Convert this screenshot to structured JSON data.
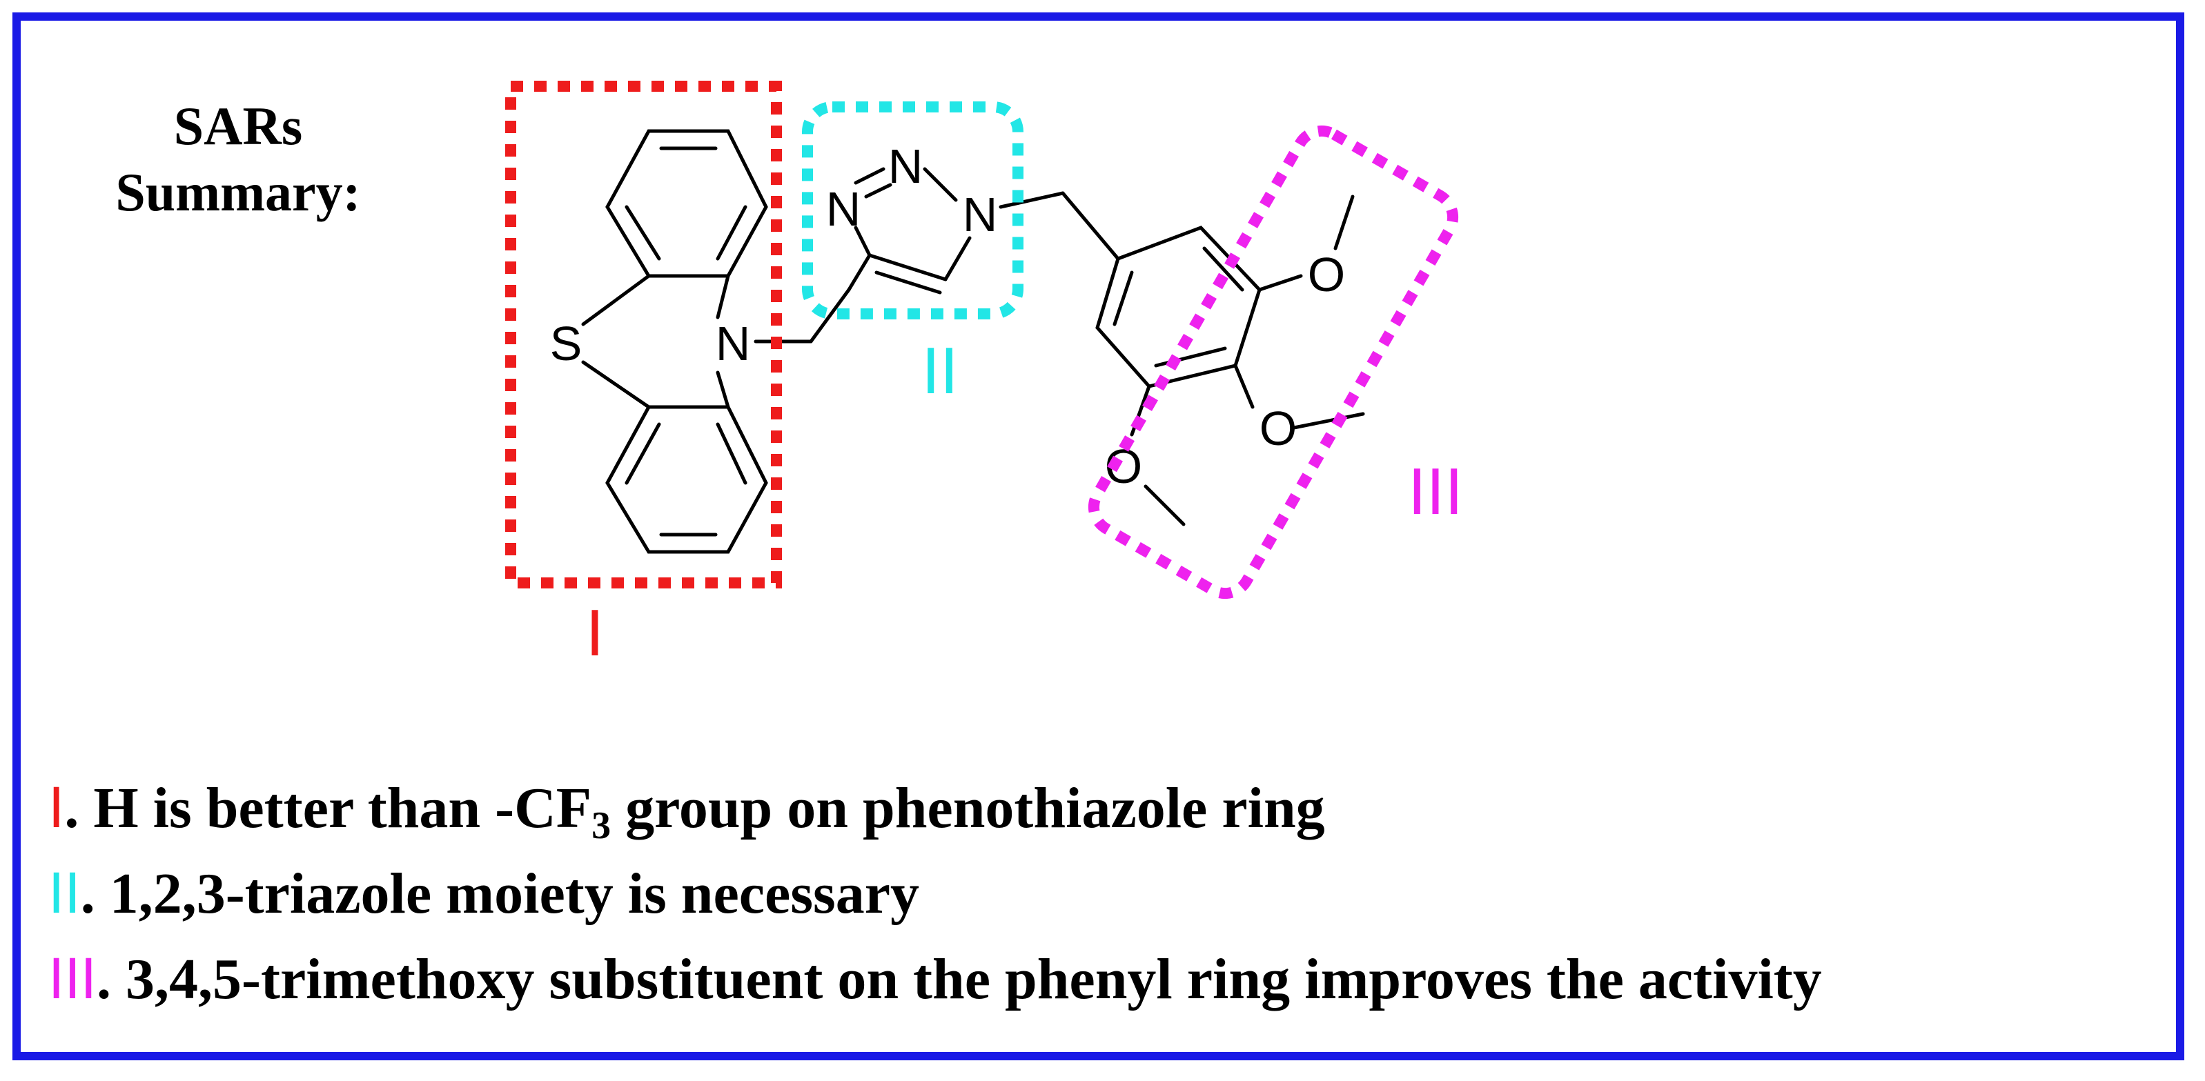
{
  "title": {
    "line1": "SARs",
    "line2": "Summary:"
  },
  "colors": {
    "border": "#1a1ae6",
    "region_I": "#ee1c1c",
    "region_II": "#22e6e6",
    "region_III": "#ee22ee",
    "bond": "#000000"
  },
  "molecule": {
    "atoms": {
      "S": "S",
      "N_ring": "N",
      "N_t1": "N",
      "N_t2": "N",
      "N_t3": "N",
      "O1": "O",
      "O2": "O",
      "O3": "O"
    },
    "region_labels": {
      "I": "I",
      "II": "II",
      "III": "III"
    }
  },
  "notes": [
    {
      "marker": "I",
      "text_before": ". H is better than -CF",
      "sub": "3",
      "text_after": " group on  phenothiazole ring"
    },
    {
      "marker": "II",
      "text": ". 1,2,3-triazole moiety is necessary"
    },
    {
      "marker": "III",
      "text": ". 3,4,5-trimethoxy substituent on the phenyl ring improves the activity"
    }
  ]
}
